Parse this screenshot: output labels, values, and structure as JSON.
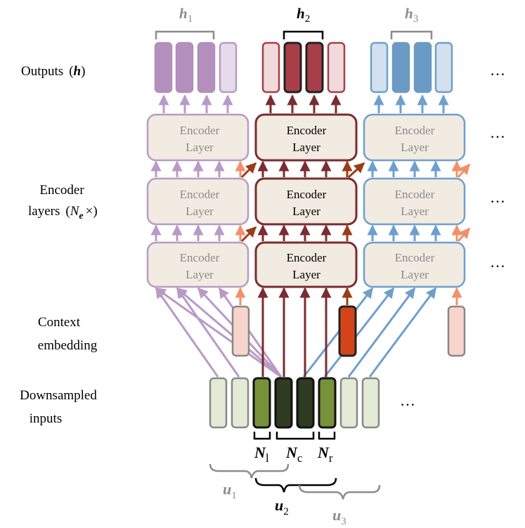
{
  "labels": {
    "outputs": "Outputs",
    "outputs_symbol": "h",
    "encoder_layers_line1": "Encoder",
    "encoder_layers_line2": "layers",
    "encoder_layers_symbol": "N",
    "encoder_layers_subscript": "e",
    "encoder_layers_times": "×)",
    "context_line1": "Context",
    "context_line2": "embedding",
    "downsampled_line1": "Downsampled",
    "downsampled_line2": "inputs"
  },
  "encoder_layer": {
    "line1": "Encoder",
    "line2": "Layer"
  },
  "ellipsis": "…",
  "output_groups": [
    {
      "symbol": "h",
      "subscript": "1"
    },
    {
      "symbol": "h",
      "subscript": "2"
    },
    {
      "symbol": "h",
      "subscript": "3"
    }
  ],
  "bottom_spans": [
    {
      "symbol": "N",
      "subscript": "l"
    },
    {
      "symbol": "N",
      "subscript": "c"
    },
    {
      "symbol": "N",
      "subscript": "r"
    }
  ],
  "chunk_groups": [
    {
      "symbol": "u",
      "subscript": "1"
    },
    {
      "symbol": "u",
      "subscript": "2"
    },
    {
      "symbol": "u",
      "subscript": "3"
    }
  ],
  "colors": {
    "purple_border": "#b99ac6",
    "purple_fill_dark": "#b28fbd",
    "purple_fill_light": "#e6dbea",
    "red_border": "#7a2c30",
    "red_fill_dark": "#a83f48",
    "red_fill_light": "#f0dadd",
    "blue_border": "#6f9fcc",
    "blue_fill_dark": "#6b9bc4",
    "blue_fill_light": "#d3e1ee",
    "encoder_fill": "#f1ebe1",
    "context_fill": "#f7d5cc",
    "context_active": "#d4441a",
    "input_light": "#e3ead6",
    "input_green": "#77923a",
    "input_dark": "#2f3b22",
    "orange_arrow": "#f0916a",
    "brown_arrow": "#9a3d17",
    "gray_text": "#8c8c8c"
  }
}
